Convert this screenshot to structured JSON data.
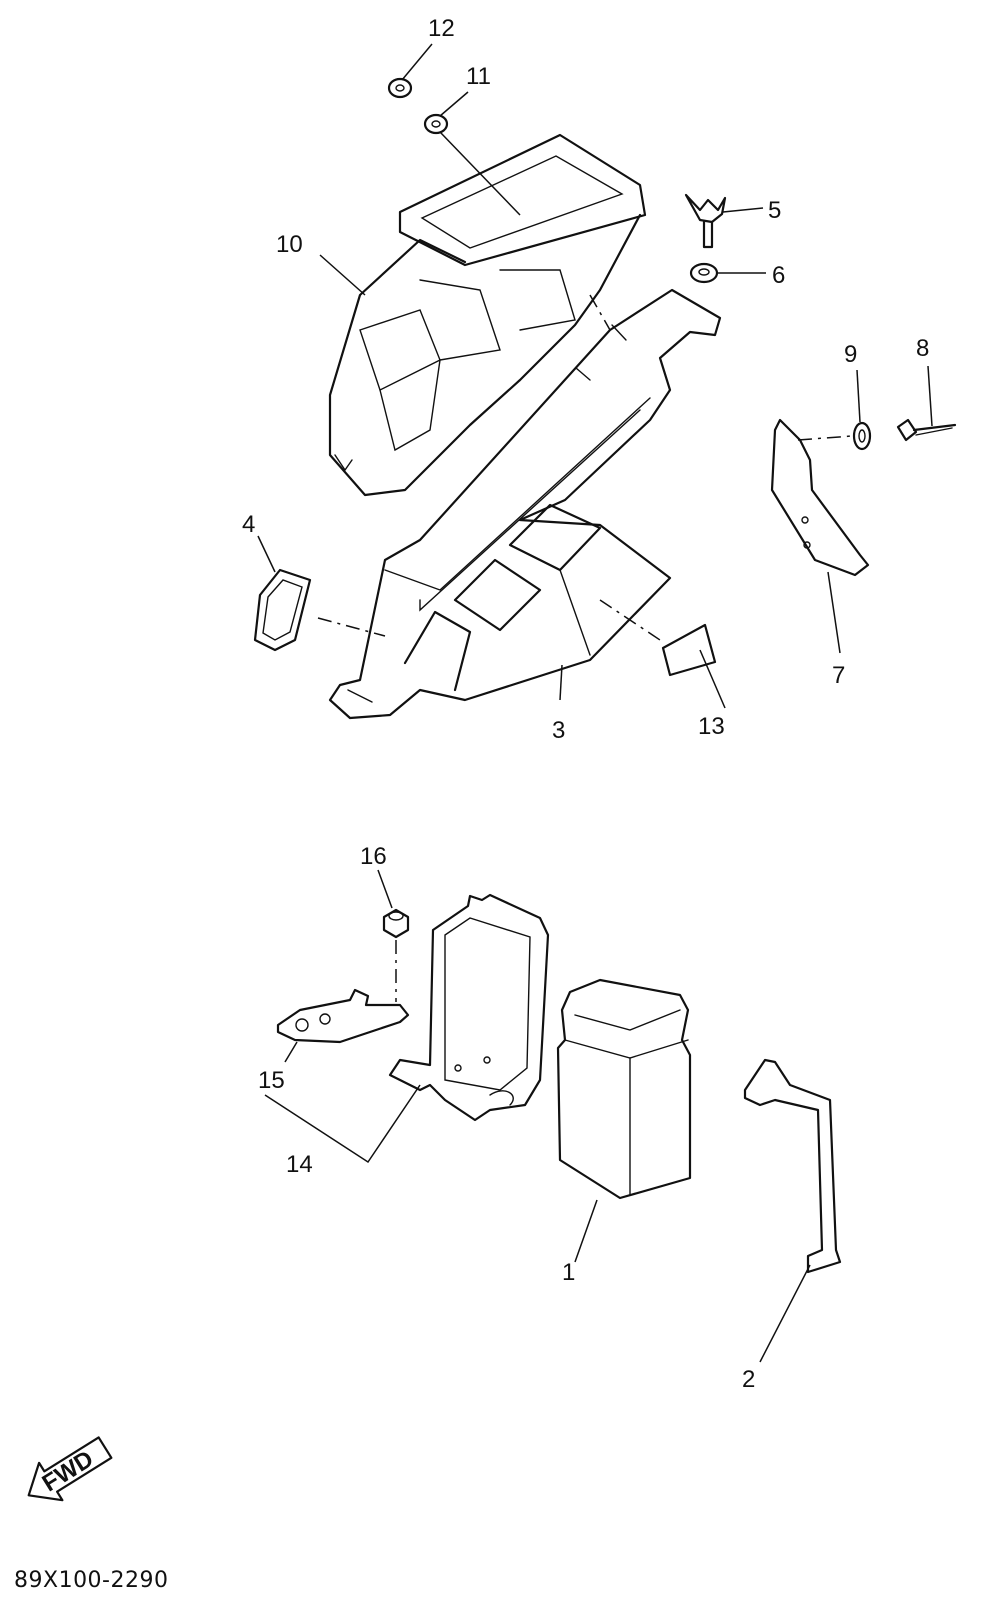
{
  "diagram": {
    "drawing_code": "89X100-2290",
    "direction_marker": "FWD",
    "callouts": [
      {
        "id": "1",
        "part": "battery"
      },
      {
        "id": "2",
        "part": "battery-band"
      },
      {
        "id": "3",
        "part": "battery-box"
      },
      {
        "id": "4",
        "part": "grommet-rectangular"
      },
      {
        "id": "5",
        "part": "wing-bolt"
      },
      {
        "id": "6",
        "part": "washer"
      },
      {
        "id": "7",
        "part": "bracket"
      },
      {
        "id": "8",
        "part": "screw-clip"
      },
      {
        "id": "9",
        "part": "grommet-small"
      },
      {
        "id": "10",
        "part": "air-duct"
      },
      {
        "id": "11",
        "part": "nut"
      },
      {
        "id": "12",
        "part": "nut-top"
      },
      {
        "id": "13",
        "part": "pad"
      },
      {
        "id": "14",
        "part": "bracket-assembly"
      },
      {
        "id": "15",
        "part": "plate"
      },
      {
        "id": "16",
        "part": "flange-nut"
      }
    ]
  }
}
